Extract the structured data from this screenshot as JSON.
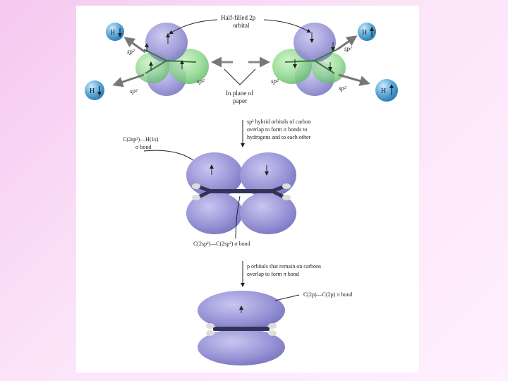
{
  "labels": {
    "half_filled_line1": "Half-filled 2p",
    "half_filled_line2": "orbital",
    "in_plane_line1": "In plane of",
    "in_plane_line2": "paper",
    "sp2": "sp²",
    "h": "H",
    "step1_line1": "sp² hybrid orbitals of carbon",
    "step1_line2": "overlap to form σ bonds to",
    "step1_line3": "hydrogens and to each other",
    "ch_bond_line1": "C(2sp²)—H(1s)",
    "ch_bond_line2": "σ bond",
    "cc_sigma": "C(2sp²)—C(2sp²) σ bond",
    "step2_line1": "p orbitals that remain on carbons",
    "step2_line2": "overlap to form π bond",
    "cc_pi": "C(2p)—C(2p) π bond"
  },
  "colors": {
    "p_orbital": "#9b97d8",
    "sp2_lobe": "#8fd88f",
    "hydrogen": "#5ba8d8",
    "bond": "#333355"
  }
}
